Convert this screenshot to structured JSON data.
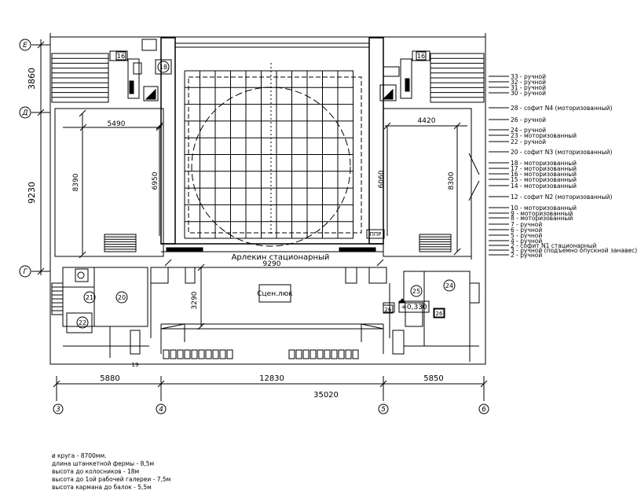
{
  "grid_rows": {
    "E": "Е",
    "D": "Д",
    "G": "Г"
  },
  "grid_cols": {
    "c3": "3",
    "c4": "4",
    "c5": "5",
    "c6": "6"
  },
  "dims": {
    "left_h1": "3860",
    "left_h2": "9230",
    "w_5490": "5490",
    "w_4420": "4420",
    "h_8390": "8390",
    "h_6950": "6950",
    "h_6060": "6060",
    "h_8300": "8300",
    "w_9290": "9290",
    "h_3290": "3290",
    "b1": "5880",
    "b2": "12830",
    "b3": "5850",
    "total": "35020"
  },
  "rooms": {
    "r16a": "16",
    "r16b": "16",
    "r18": "18",
    "r19": "19",
    "r20": "20",
    "r21": "21",
    "r22": "22",
    "r24": "24",
    "r25": "25",
    "r26a": "26",
    "r26b": "26"
  },
  "labels": {
    "arlekin": "Арлекин стационарный",
    "scene_hatch": "Сцен.люк",
    "level": "+0,330",
    "ppr": "ППР"
  },
  "legend": [
    "33 - ручной",
    "32 - ручной",
    "31 - ручной",
    "30 - ручной",
    "28 - софит N4 (моторизованный)",
    "26 - ручной",
    "24 - ручной",
    "23 - моторизованный",
    "22 - ручной",
    "20 - софит N3 (моторизованный)",
    "18 - моторизованный",
    "17 - моторизованный",
    "16 - моторизованный",
    "15 - моторизованный",
    "14 - моторизованный",
    "12 - софит N2 (моторизованный)",
    "10 - моторизованный",
    "9 - моторизованный",
    "8 - моторизованный",
    "7 - ручной",
    "6 - ручной",
    "5 - ручной",
    "4 - ручной",
    "2 - софит N1 стационарный",
    "3 - ручной (подъемно опускной занавес)",
    "2 - ручной"
  ],
  "notes": [
    "ø      круга - 8700мм.",
    "длина штанкетной фермы - 8,5м",
    "высота до колосников - 18м",
    "высота до 1ой рабочей галереи - 7,5м",
    "высота кармана до балок - 5,5м"
  ]
}
